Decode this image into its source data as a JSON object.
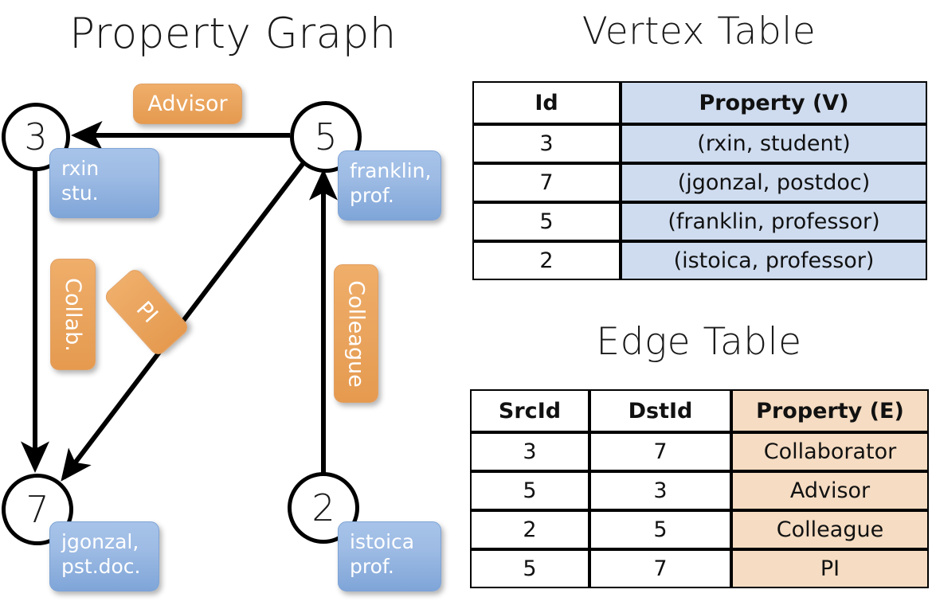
{
  "titles": {
    "property_graph": "Property Graph",
    "vertex_table": "Vertex Table",
    "edge_table": "Edge Table"
  },
  "graph": {
    "nodes": [
      {
        "id": "3",
        "property": "rxin\nstu."
      },
      {
        "id": "5",
        "property": "franklin,\nprof."
      },
      {
        "id": "7",
        "property": "jgonzal,\npst.doc."
      },
      {
        "id": "2",
        "property": "istoica\nprof."
      }
    ],
    "edge_labels": [
      {
        "name": "advisor",
        "text": "Advisor"
      },
      {
        "name": "collab",
        "text": "Collab."
      },
      {
        "name": "pi",
        "text": "PI"
      },
      {
        "name": "colleague",
        "text": "Colleague"
      }
    ]
  },
  "vertex_table": {
    "headers": [
      "Id",
      "Property (V)"
    ],
    "rows": [
      [
        "3",
        "(rxin, student)"
      ],
      [
        "7",
        "(jgonzal, postdoc)"
      ],
      [
        "5",
        "(franklin, professor)"
      ],
      [
        "2",
        "(istoica, professor)"
      ]
    ]
  },
  "edge_table": {
    "headers": [
      "SrcId",
      "DstId",
      "Property (E)"
    ],
    "rows": [
      [
        "3",
        "7",
        "Collaborator"
      ],
      [
        "5",
        "3",
        "Advisor"
      ],
      [
        "2",
        "5",
        "Colleague"
      ],
      [
        "5",
        "7",
        "PI"
      ]
    ]
  },
  "colors": {
    "vertex_property_fill": "#cfdcef",
    "edge_property_fill": "#f5dcc2",
    "node_property_box": "#9dbbe4",
    "edge_label_box": "#eaa55f",
    "stroke": "#000000"
  }
}
